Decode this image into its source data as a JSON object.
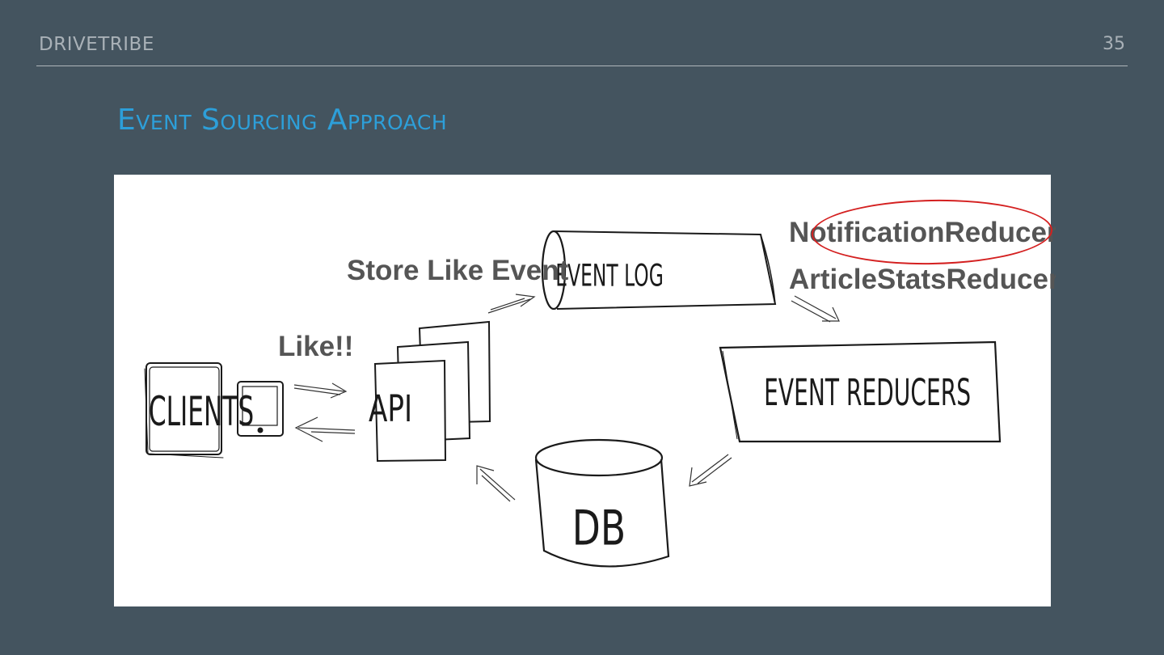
{
  "header": {
    "brand": "DRIVETRIBE",
    "page_number": "35"
  },
  "slide": {
    "title": "Event Sourcing Approach"
  },
  "diagram": {
    "nodes": {
      "clients": "CLIENTS",
      "api": "API",
      "event_log": "EVENT LOG",
      "event_reducers": "EVENT REDUCERS",
      "db": "DB"
    },
    "annotations": {
      "like": "Like!!",
      "store_like_event": "Store Like Event"
    },
    "reducers": [
      "NotificationReducer",
      "ArticleStatsReducer"
    ],
    "highlight_color": "#d42020"
  },
  "colors": {
    "background": "#44545f",
    "title": "#2d9fd9",
    "header_text": "#a9b1b7",
    "overlay_text": "#555555"
  }
}
